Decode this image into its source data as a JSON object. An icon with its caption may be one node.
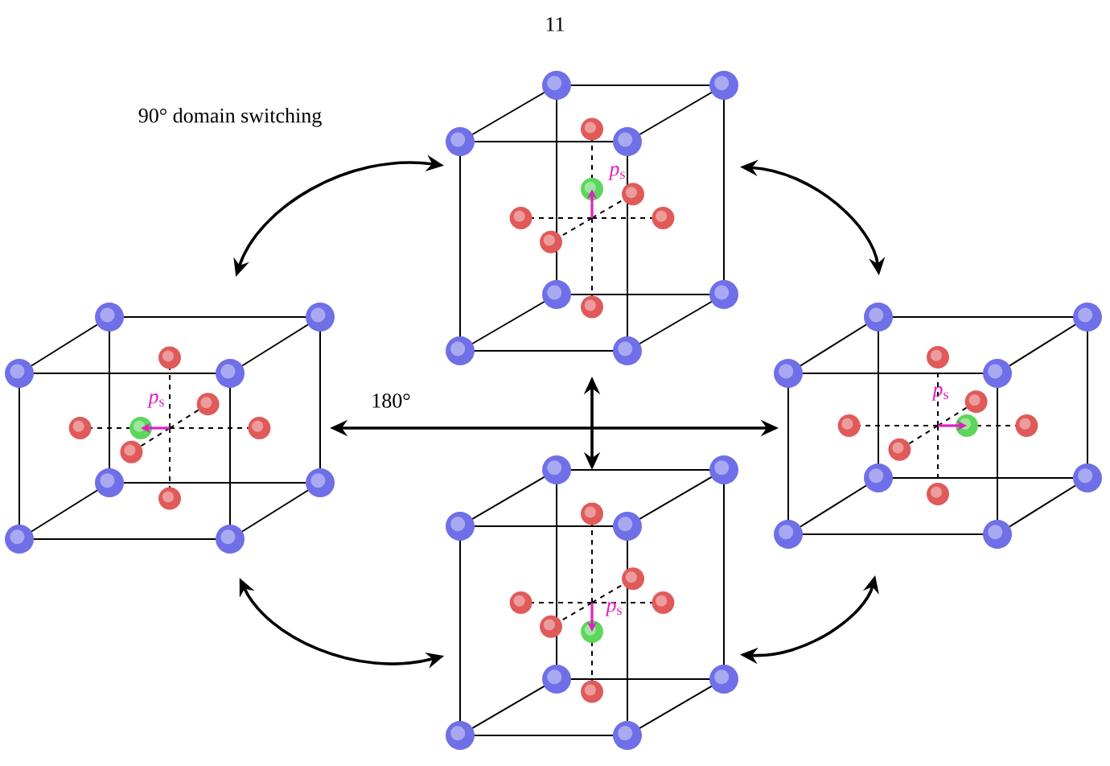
{
  "diagram": {
    "nodes": [
      {
        "text": [
          "*p*$_{s}$"
        ]
      },
      {
        "text": [
          "*p*$_{s}$"
        ]
      },
      {
        "text": [
          "*p*$_{s}$"
        ]
      },
      {
        "text": [
          "*p*$_{s}$"
        ]
      }
    ],
    "edges": [
      {
        "from": 0,
        "to": 1,
        "arrow": "both",
        "label": "90° domain switching"
      },
      {
        "from": 0,
        "to": 2,
        "arrow": "both"
      },
      {
        "from": 1,
        "to": 3,
        "arrow": "both"
      },
      {
        "from": 2,
        "to": 3,
        "arrow": "both"
      },
      {
        "from": 1,
        "to": 2,
        "arrow": "both",
        "label": "180°"
      },
      {
        "from": 0,
        "to": 3,
        "arrow": "both"
      }
    ],
    "labels": [
      "11"
    ]
  }
}
